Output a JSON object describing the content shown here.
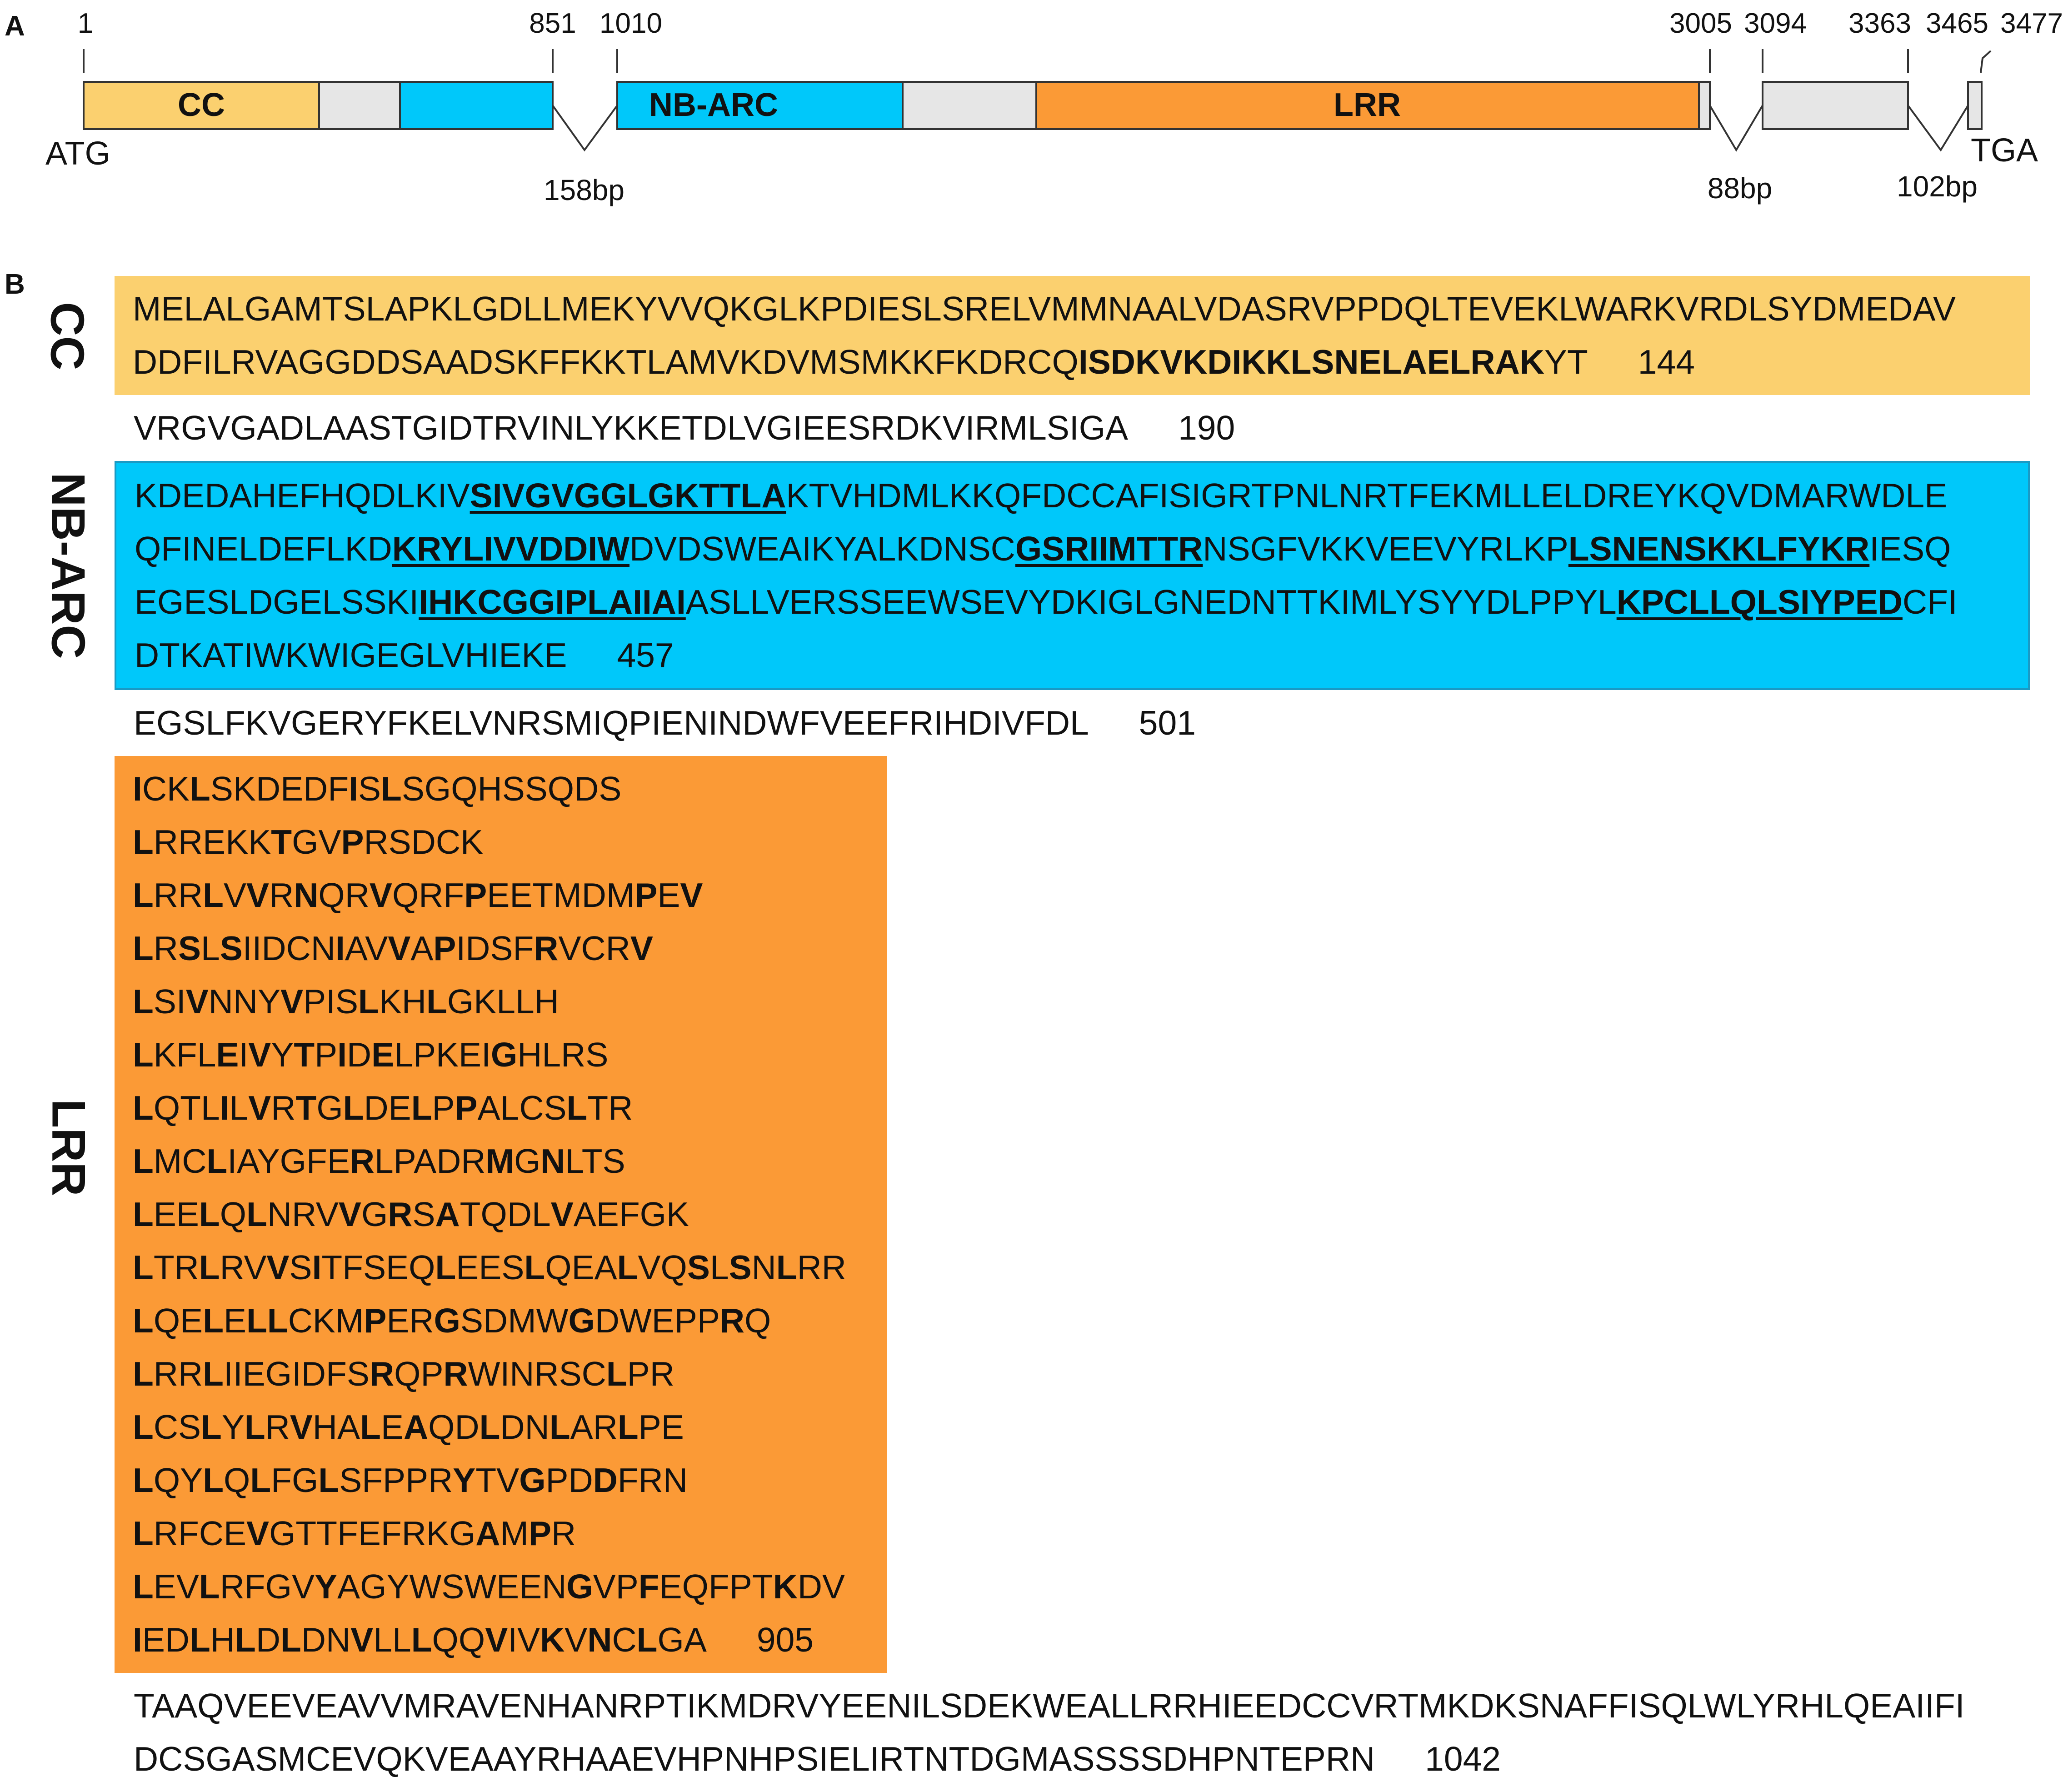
{
  "panel_a_label": "A",
  "panel_b_label": "B",
  "gene": {
    "positions": [
      "1",
      "851",
      "1010",
      "3005",
      "3094",
      "3363",
      "3465",
      "3477"
    ],
    "start": "ATG",
    "stop": "TGA",
    "introns": [
      "158bp",
      "88bp",
      "102bp"
    ],
    "domains": [
      "CC",
      "NB-ARC",
      "LRR"
    ],
    "colors": {
      "cc": "#fbd06f",
      "nbarc": "#00c8fa",
      "lrr": "#fb9a36",
      "noncoding": "#e6e6e6"
    }
  },
  "cc": {
    "label": "CC",
    "line1": "MELALGAMTSLAPKLGDLLMEKYVVQKGLKPDIESLSRELVMMNAALVDASRVPPDQLTEVEKLWARKVRDLSYDMEDAV",
    "line2_plain": "DDFILRVAGGDDSAADSKFFKKTLAMVKDVMSMKKFKDRCQ",
    "line2_bold": "ISDKVKDIKKLSNELAELRAK",
    "line2_tail": "YT",
    "line2_num": "144"
  },
  "linker1": {
    "text": "VRGVGADLAASTGIDTRVINLYKKETDLVGIEESRDKVIRMLSIGA",
    "num": "190"
  },
  "nbarc": {
    "label": "NB-ARC",
    "l1a": "KDEDAHEFHQDLKIV",
    "l1b": "SIVGVGGLGKTTLA",
    "l1c": "KTVHDMLKKQFDCCAFISIGRTPNLNRTFEKMLLELDREYKQVDMARWDLE",
    "l2a": "QFINELDEFLKD",
    "l2b": "KRYLIVVDDIW",
    "l2c": "DVDSWEAIKYALKDNSC",
    "l2d": "GSRIIMTTR",
    "l2e": "NSGFVKKVEEVYRLKP",
    "l2f": "LSNENSKKLFYKR",
    "l2g": "IESQ",
    "l3a": "EGESLDGELSSKI",
    "l3b": "IHKCGGIPLAIIAI",
    "l3c": "ASLLVERSSEEWSEVYDKIGLGNEDNTTKIMLYSYYDLPPYL",
    "l3d": "KPCLLQLSIYPED",
    "l3e": "CFI",
    "l4": "DTKATIWKWIGEGLVHIEKE",
    "num": "457"
  },
  "linker2": {
    "text": "EGSLFKVGERYFKELVNRSMIQPIENINDWFVEEFRIHDIVFDL",
    "num": "501"
  },
  "lrr": {
    "label": "LRR",
    "lines": [
      "ICKLSKDEDFISLSGQHSSQDS",
      "LRREKKTGVPRSDCK",
      "LRRLVVRNQRVQRFPEETMDMPEV",
      "LRSLSIIDCNIAVVAPIDSFRVCRV",
      "LSIVNNYVPISLKHLGKLLH",
      "LKFLEIVYTPIDELPKEIGHLRS",
      "LQTLILVRTGLDELPPALCSLTR",
      "LMCLIAYGFERLPADRMGNLTS",
      "LEELQLNRVVGRSATQDLVAEFGK",
      "LTRLRVVSITFSEQLEESLQEALVQSLSNLRR",
      "LQELELLCKMPERGSDMWGDWEPPRQ",
      "LRRLIIEGIDFSRQPRWINRSCLPR",
      "LCSLYLRVHALEAQDLDNLARLPE",
      "LQYLQLFGLSFPPRYTVGPDDFRN",
      "LRFCEVGTTFEFRKGAMPR",
      "LEVLRFGVYAGYWSWEENGVPFEQFPTKDV",
      "IEDLHLDLDNVLLLQQVIVKVNCLGA"
    ],
    "num": "905"
  },
  "ctail": {
    "line1": "TAAQVEEVEAVVMRAVENHANRPTIKMDRVYEENILSDEKWEALLRRHIEEDCCVRTMKDKSNAFFISQLWLYRHLQEAIIFI",
    "line2": "DCSGASMCEVQKVEAAYRHAAEVHPNHPSIELIRTNTDGMASSSSDHPNTEPRN",
    "num": "1042"
  }
}
